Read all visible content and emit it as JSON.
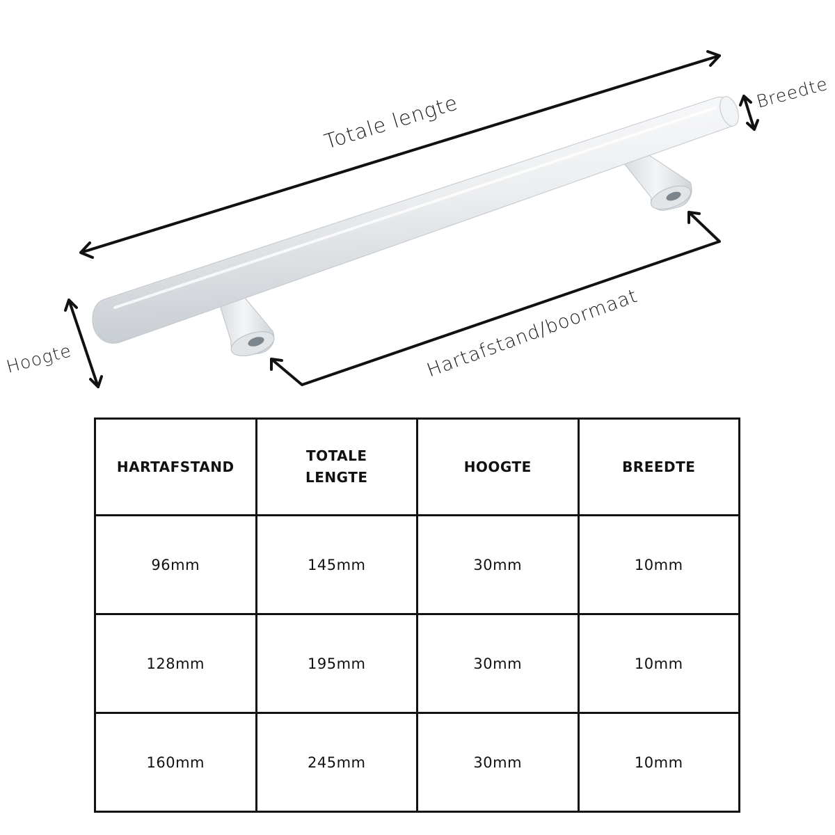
{
  "labels": {
    "total_length": "Totale lengte",
    "width": "Breedte",
    "height": "Hoogte",
    "center_distance": "Hartafstand/boormaat"
  },
  "table": {
    "headers": [
      "HARTAFSTAND",
      "TOTALE LENGTE",
      "HOOGTE",
      "BREEDTE"
    ],
    "rows": [
      [
        "96mm",
        "145mm",
        "30mm",
        "10mm"
      ],
      [
        "128mm",
        "195mm",
        "30mm",
        "10mm"
      ],
      [
        "160mm",
        "245mm",
        "30mm",
        "10mm"
      ]
    ]
  },
  "colors": {
    "handle": "#eef0f2",
    "handle_shadow": "#c9ced3",
    "line": "#111111"
  }
}
